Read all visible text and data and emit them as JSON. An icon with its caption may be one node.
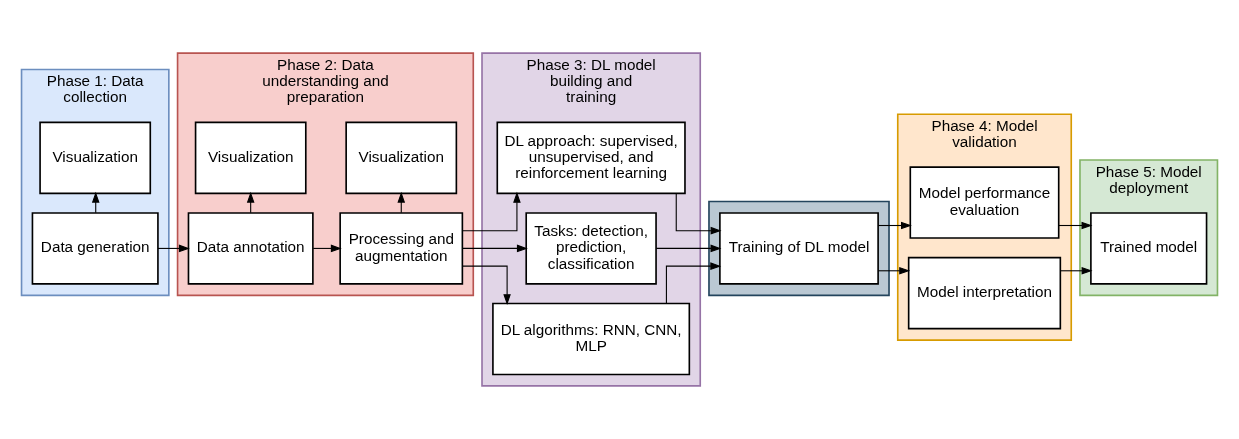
{
  "diagram": {
    "nodes": [
      {
        "text": [
          "Phase 1: Data collection"
        ]
      },
      {
        "text": [
          "Data generation"
        ],
        "in": 0
      },
      {
        "text": [
          "Visualization"
        ],
        "in": 0
      },
      {
        "text": [
          "Phase 2: Data understanding and preparation"
        ]
      },
      {
        "text": [
          "Data annotation"
        ],
        "in": 3
      },
      {
        "text": [
          "Processing and augmentation"
        ],
        "in": 3
      },
      {
        "text": [
          "Visualization"
        ],
        "in": 3
      },
      {
        "text": [
          "Visualization"
        ],
        "in": 3
      },
      {
        "text": [
          "Phase 3: DL model building and training"
        ]
      },
      {
        "text": [
          "DL approach: supervised, unsupervised, and reinforcement learning"
        ],
        "in": 8
      },
      {
        "text": [
          "Tasks: detection, prediction, classification"
        ],
        "in": 8
      },
      {
        "text": [
          "DL algorithms: RNN, CNN, MLP"
        ],
        "in": 8
      },
      {
        "text": [],
        "shape": "box"
      },
      {
        "text": [
          "Training of DL model"
        ],
        "in": 12
      },
      {
        "text": [
          "Phase 4: Model validation"
        ]
      },
      {
        "text": [
          "Model performance evaluation"
        ],
        "in": 14
      },
      {
        "text": [
          "Model interpretation"
        ],
        "in": 14
      },
      {
        "text": [
          "Phase 5: Model deployment"
        ]
      },
      {
        "text": [
          "Trained model"
        ],
        "in": 17
      }
    ],
    "edges": [
      {
        "from": 1,
        "to": 2,
        "arrow": "to"
      },
      {
        "from": 1,
        "to": 4,
        "arrow": "to"
      },
      {
        "from": 4,
        "to": 6,
        "arrow": "to"
      },
      {
        "from": 4,
        "to": 5,
        "arrow": "to"
      },
      {
        "from": 5,
        "to": 7,
        "arrow": "to"
      },
      {
        "from": 5,
        "to": 9,
        "arrow": "to"
      },
      {
        "from": 5,
        "to": 10,
        "arrow": "to"
      },
      {
        "from": 5,
        "to": 11,
        "arrow": "to"
      },
      {
        "from": 9,
        "to": 13,
        "arrow": "to"
      },
      {
        "from": 10,
        "to": 13,
        "arrow": "to"
      },
      {
        "from": 11,
        "to": 13,
        "arrow": "to"
      },
      {
        "from": 13,
        "to": 15,
        "arrow": "to"
      },
      {
        "from": 13,
        "to": 16,
        "arrow": "to"
      },
      {
        "from": 15,
        "to": 18,
        "arrow": "to"
      },
      {
        "from": 16,
        "to": 18,
        "arrow": "to"
      }
    ]
  }
}
